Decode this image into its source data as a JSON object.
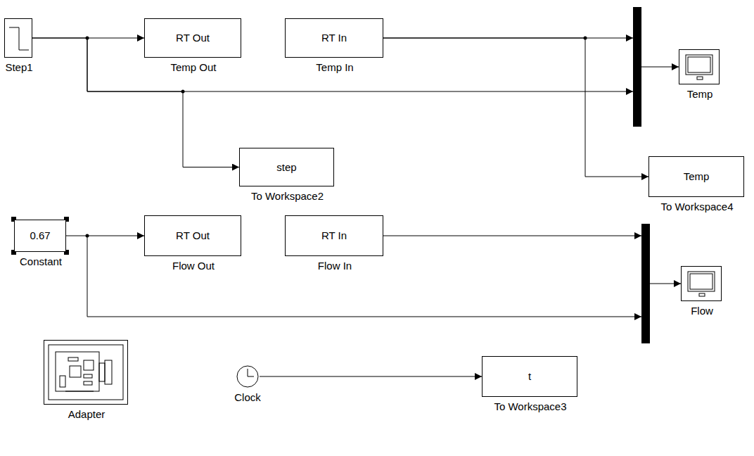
{
  "diagram": {
    "nodes": [
      {
        "text": [
          "Step1"
        ]
      },
      {
        "text": [
          "RT Out",
          "Temp Out"
        ]
      },
      {
        "text": [
          "RT In",
          "Temp In"
        ]
      },
      {
        "text": [
          "Temp"
        ]
      },
      {
        "text": [
          "step",
          "To Workspace2"
        ]
      },
      {
        "text": [
          "Temp",
          "To Workspace4"
        ]
      },
      {
        "text": [
          "0.67",
          "Constant"
        ]
      },
      {
        "text": [
          "RT Out",
          "Flow Out"
        ]
      },
      {
        "text": [
          "RT In",
          "Flow In"
        ]
      },
      {
        "text": [
          "Flow"
        ]
      },
      {
        "text": [
          "Adapter"
        ]
      },
      {
        "text": [
          "Clock"
        ]
      },
      {
        "text": [
          "t",
          "To Workspace3"
        ]
      }
    ],
    "edges": [
      {
        "from": 0,
        "to": 1,
        "arrow": "to"
      },
      {
        "from": 0,
        "to": 4,
        "arrow": "to"
      },
      {
        "from": 2,
        "to": 5,
        "arrow": "to"
      },
      {
        "from": 6,
        "to": 7,
        "arrow": "to"
      },
      {
        "from": 11,
        "to": 12,
        "arrow": "to"
      }
    ]
  }
}
